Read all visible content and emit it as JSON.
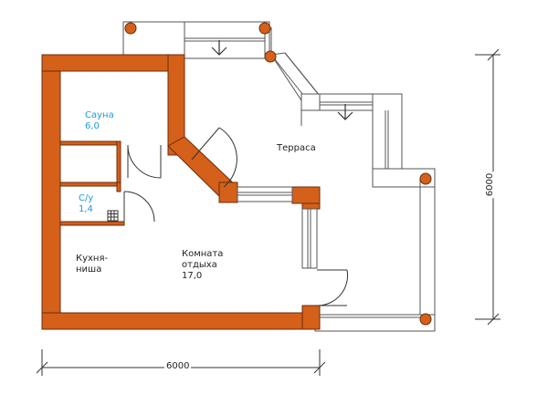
{
  "rooms": {
    "sauna": {
      "name": "Сауна",
      "area": "6,0"
    },
    "wc": {
      "name": "С/у",
      "area": "1,4"
    },
    "kitchen": {
      "line1": "Кухня-",
      "line2": "ниша"
    },
    "living": {
      "line1": "Комната",
      "line2": "отдыха",
      "area": "17,0"
    },
    "terrace": {
      "name": "Терраса"
    }
  },
  "dimensions": {
    "width": "6000",
    "height": "6000"
  },
  "colors": {
    "wall": "#d4601a",
    "wall_outline": "#6b2d0a",
    "room_label": "#1c9ad6"
  }
}
